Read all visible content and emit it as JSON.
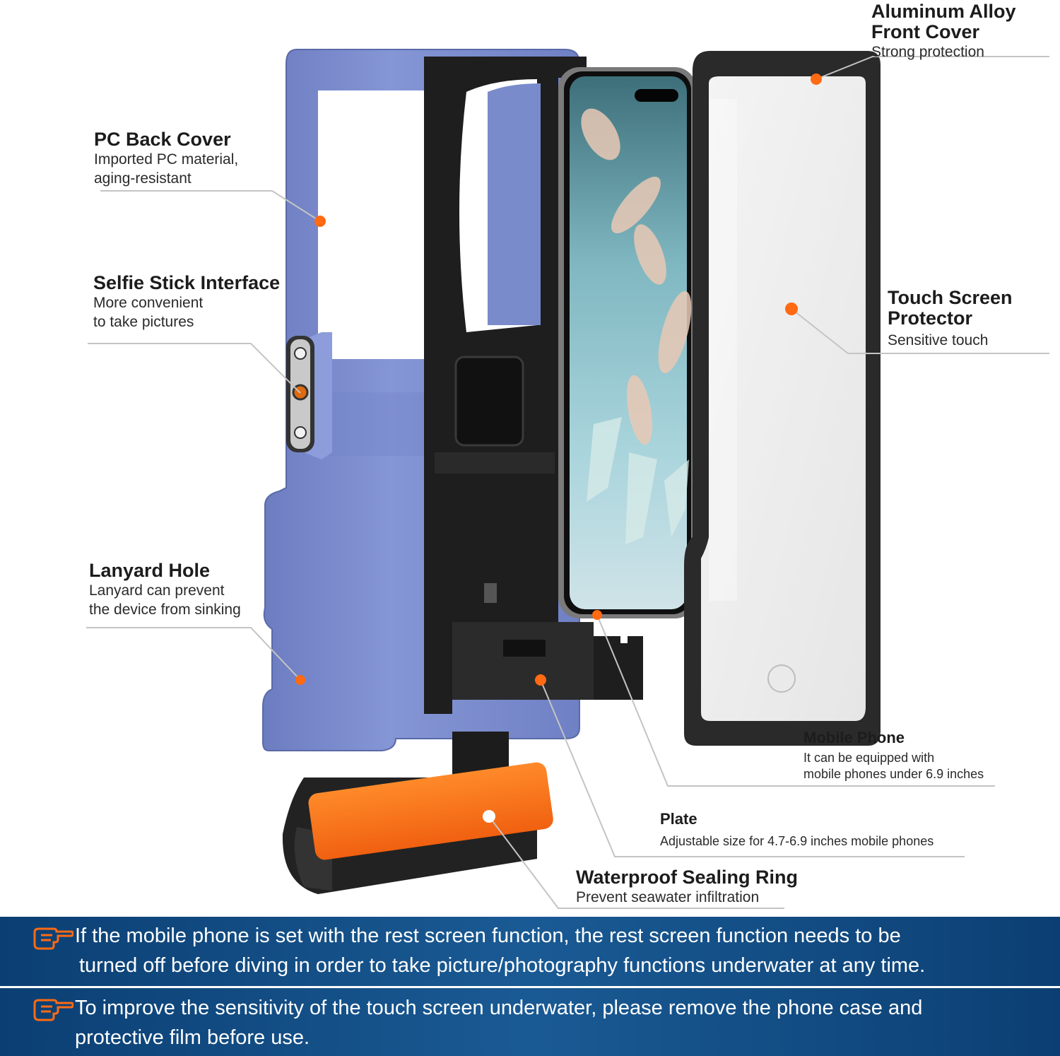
{
  "callouts": {
    "front_cover": {
      "title_line1": "Aluminum Alloy",
      "title_line2": "Front Cover",
      "desc": "Strong protection"
    },
    "back_cover": {
      "title": "PC Back Cover",
      "desc_line1": "Imported PC material,",
      "desc_line2": "aging-resistant"
    },
    "selfie": {
      "title": "Selfie Stick Interface",
      "desc_line1": "More convenient",
      "desc_line2": "to take pictures"
    },
    "touch": {
      "title_line1": "Touch Screen",
      "title_line2": "Protector",
      "desc": "Sensitive touch"
    },
    "lanyard": {
      "title": "Lanyard Hole",
      "desc_line1": "Lanyard can prevent",
      "desc_line2": "the device from sinking"
    },
    "phone": {
      "title": "Mobile Phone",
      "desc_line1": "It can be equipped with",
      "desc_line2": "mobile phones under 6.9 inches"
    },
    "plate": {
      "title": "Plate",
      "desc": "Adjustable size for 4.7-6.9 inches mobile phones"
    },
    "sealing": {
      "title": "Waterproof Sealing Ring",
      "desc": "Prevent seawater infiltration"
    }
  },
  "notes": [
    {
      "line1": "If the mobile phone is set with the rest screen function, the rest screen function needs to be",
      "line2": "turned off before diving in order to take picture/photography functions underwater at any time."
    },
    {
      "line1": "To improve the sensitivity of the touch screen underwater, please remove the phone case and",
      "line2": "protective film before use."
    }
  ],
  "colors": {
    "accent": "#ff6a13",
    "banner": "#124c85",
    "case_blue": "#7f8fcf",
    "frame_black": "#1b1b1b"
  },
  "icons": [
    "pointing-hand-icon"
  ]
}
